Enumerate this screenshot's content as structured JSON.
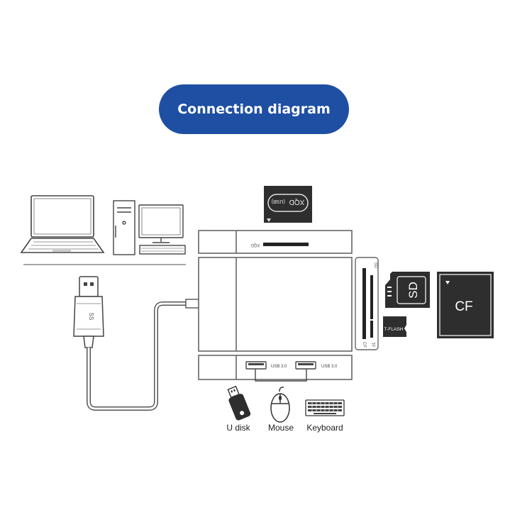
{
  "header": {
    "title": "Connection diagram"
  },
  "hub": {
    "ports": {
      "usb_left": "USB 3.0",
      "usb_right": "USB 3.0"
    },
    "slot_labels": {
      "xqd": "XQD",
      "sd": "SD",
      "tf": "TF",
      "cf": "CF"
    }
  },
  "usb_plug": {
    "marking": "SS"
  },
  "cards": {
    "xqd": {
      "label": "XQD",
      "sub": "(USB)"
    },
    "sd": {
      "label": "SD"
    },
    "tflash": {
      "label": "T-FLASH"
    },
    "cf": {
      "label": "CF"
    }
  },
  "devices": [
    {
      "label": "U disk",
      "icon": "usb-flash-drive-icon"
    },
    {
      "label": "Mouse",
      "icon": "mouse-icon"
    },
    {
      "label": "Keyboard",
      "icon": "keyboard-icon"
    }
  ],
  "computers": [
    {
      "icon": "laptop-icon"
    },
    {
      "icon": "desktop-computer-icon"
    }
  ],
  "colors": {
    "title_pill": "#1e4fa3",
    "line": "#555555",
    "card_dark": "#3a3a3a"
  }
}
